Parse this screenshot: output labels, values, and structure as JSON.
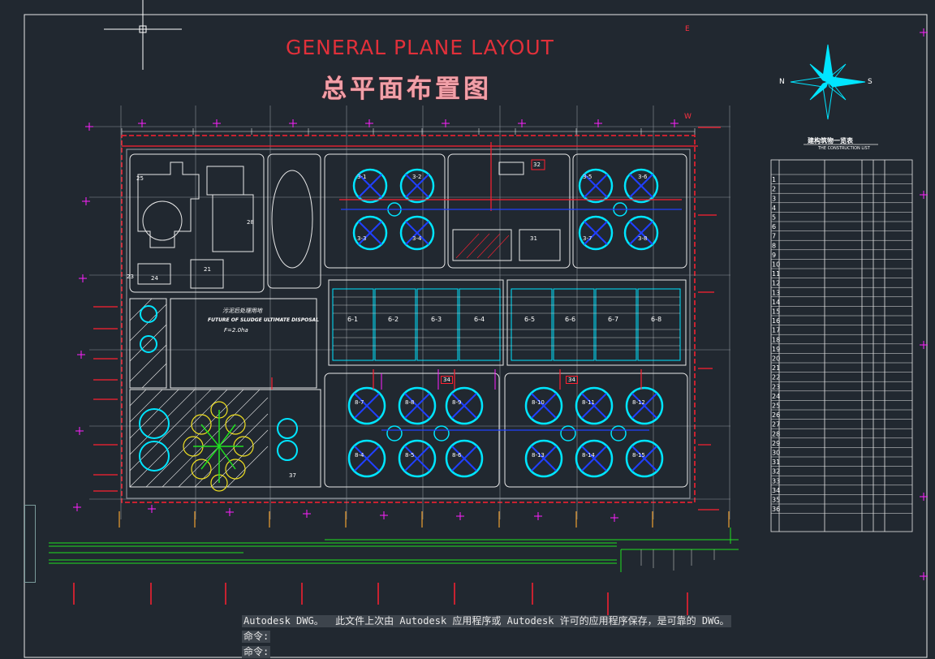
{
  "drawing": {
    "title_en": "GENERAL PLANE LAYOUT",
    "title_cn": "总平面布置图",
    "axis_e": "E",
    "axis_w": "W",
    "compass_n": "N",
    "compass_s": "S",
    "table_title": "建构筑物一览表",
    "table_subtitle": "THE CONSTRUCTION LIST",
    "area_label_cn": "污泥后处理用地",
    "area_label_en": "FUTURE OF SLUDGE ULTIMATE DISPOSAL",
    "area_value": "F=2.0ha",
    "units": [
      "6-1",
      "6-2",
      "6-3",
      "6-4",
      "6-5",
      "6-6",
      "6-7",
      "6-8"
    ],
    "clarifiers_top": [
      "3-1",
      "3-2",
      "3-3",
      "3-4",
      "3-5",
      "3-6",
      "3-7",
      "3-8"
    ],
    "clarifiers_bottom": [
      "8-7",
      "8-8",
      "8-9",
      "8-4",
      "8-5",
      "8-6",
      "8-10",
      "8-11",
      "8-12",
      "8-13",
      "8-14",
      "8-15"
    ],
    "small_tags": [
      "32",
      "34",
      "34",
      "37",
      "28",
      "25",
      "23",
      "24",
      "21",
      "31"
    ],
    "table_rows": [
      "1",
      "2",
      "3",
      "4",
      "5",
      "6",
      "7",
      "8",
      "9",
      "10",
      "11",
      "12",
      "13",
      "14",
      "15",
      "16",
      "17",
      "18",
      "19",
      "20",
      "21",
      "22",
      "23",
      "24",
      "25",
      "26",
      "27",
      "28",
      "29",
      "30",
      "31",
      "32",
      "33",
      "34",
      "35",
      "36"
    ]
  },
  "command_line": {
    "message": "Autodesk DWG。  此文件上次由 Autodesk 应用程序或 Autodesk 许可的应用程序保存，是可靠的 DWG。",
    "prompt1": "命令:",
    "prompt2": "命令:"
  },
  "colors": {
    "background": "#212830",
    "title_red": "#e0303a",
    "cyan": "#00e5ff",
    "magenta": "#ff20ff",
    "green": "#20e020",
    "blue": "#2040ff",
    "yellow": "#f0e020",
    "white": "#ffffff"
  }
}
